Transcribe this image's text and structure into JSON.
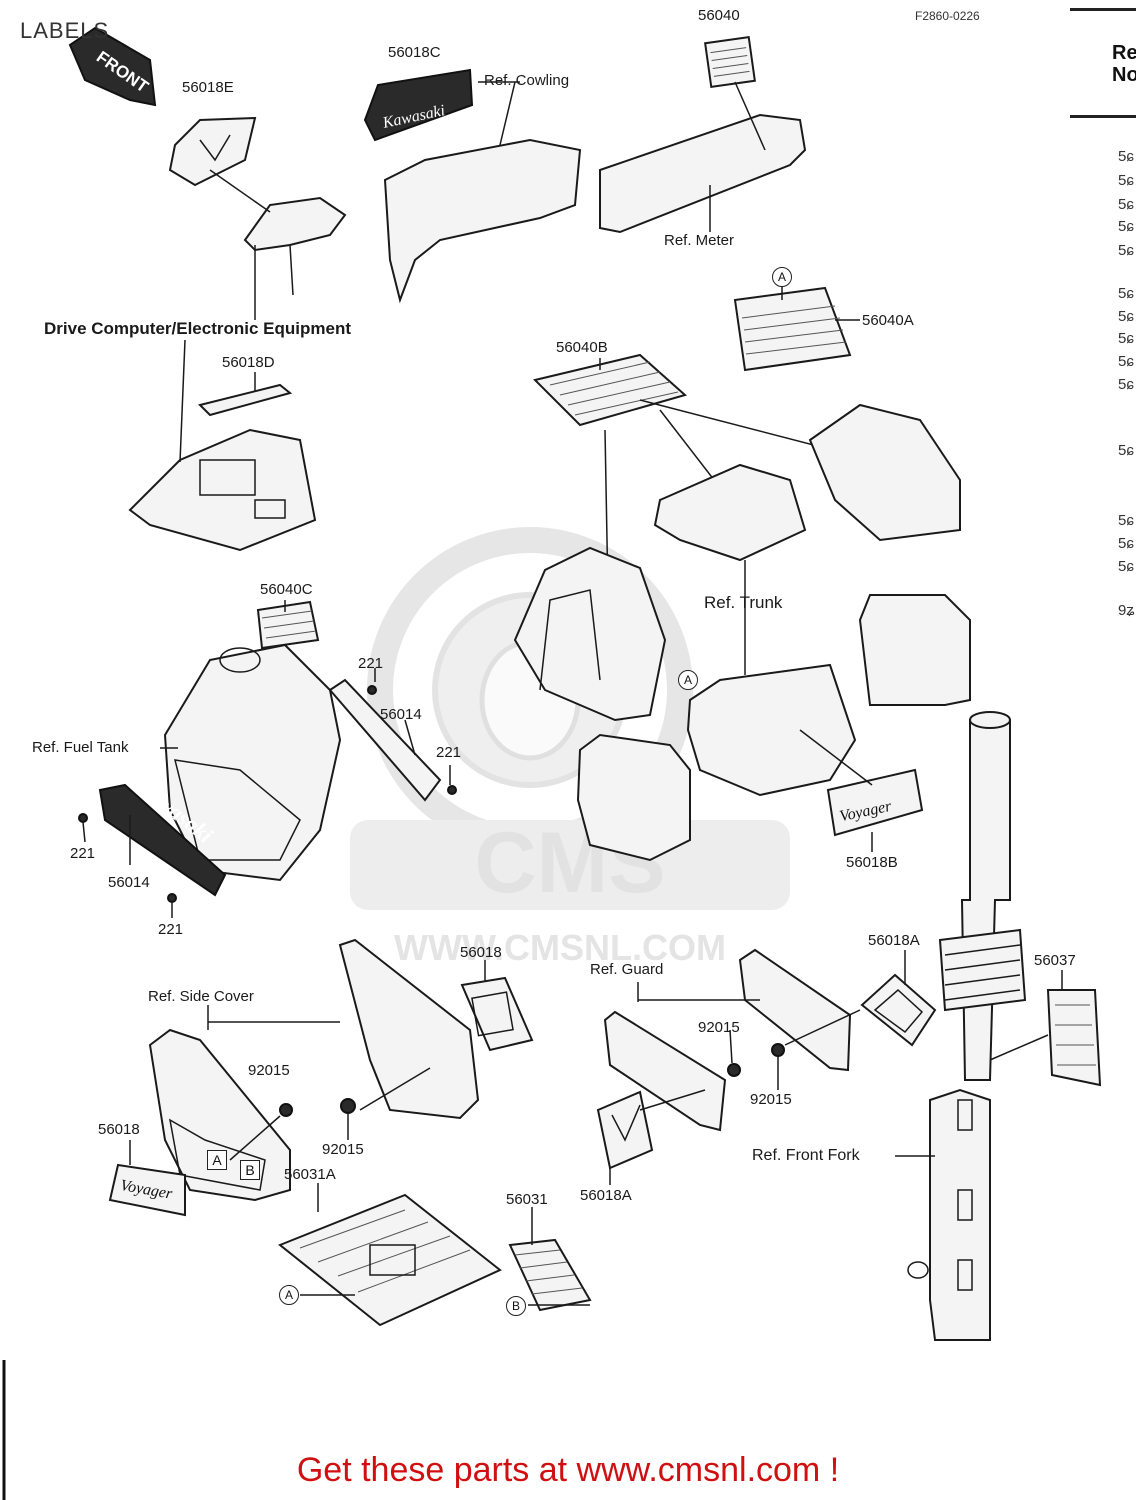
{
  "page": {
    "title": "LABELS",
    "figure_code": "F2860-0226",
    "banner": "Get these parts at www.cmsnl.com !",
    "watermark_text": "CMS",
    "watermark_url": "WWW.CMSNL.COM"
  },
  "decals": {
    "front": "FRONT",
    "kawasaki": "Kawasaki",
    "voyager": "Voyager"
  },
  "part_labels": {
    "p56018E": "56018E",
    "p56018C": "56018C",
    "p56040": "56040",
    "p56018D": "56018D",
    "p56040B": "56040B",
    "p56040A": "56040A",
    "p56040C": "56040C",
    "p221_a": "221",
    "p56014_a": "56014",
    "p221_b": "221",
    "p221_c": "221",
    "p56014_b": "56014",
    "p221_d": "221",
    "p56018B": "56018B",
    "p56018_a": "56018",
    "p56018A_a": "56018A",
    "p56037": "56037",
    "p92015_a": "92015",
    "p92015_b": "92015",
    "p92015_c": "92015",
    "p92015_d": "92015",
    "p56018_b": "56018",
    "p56031A": "56031A",
    "p56031": "56031",
    "p56018A_b": "56018A"
  },
  "ref_labels": {
    "cowling": "Ref. Cowling",
    "meter": "Ref. Meter",
    "drive_computer": "Drive Computer/Electronic Equipment",
    "trunk": "Ref. Trunk",
    "fuel_tank": "Ref. Fuel Tank",
    "side_cover": "Ref. Side Cover",
    "guard": "Ref. Guard",
    "front_fork": "Ref. Front Fork"
  },
  "markers": {
    "a1": "A",
    "a2": "A",
    "a3": "A",
    "b1": "B",
    "box_a": "A",
    "box_b": "B"
  },
  "side_column": {
    "head1": "Re",
    "head2": "No",
    "rows": [
      "5ɕ",
      "5ɕ",
      "5ɕ",
      "5ɕ",
      "5ɕ",
      "5ɕ",
      "5ɕ",
      "5ɕ",
      "5ɕ",
      "5ɕ",
      "5ɕ",
      "5ɕ",
      "5ɕ",
      "5ɕ",
      "9ʑ"
    ]
  }
}
